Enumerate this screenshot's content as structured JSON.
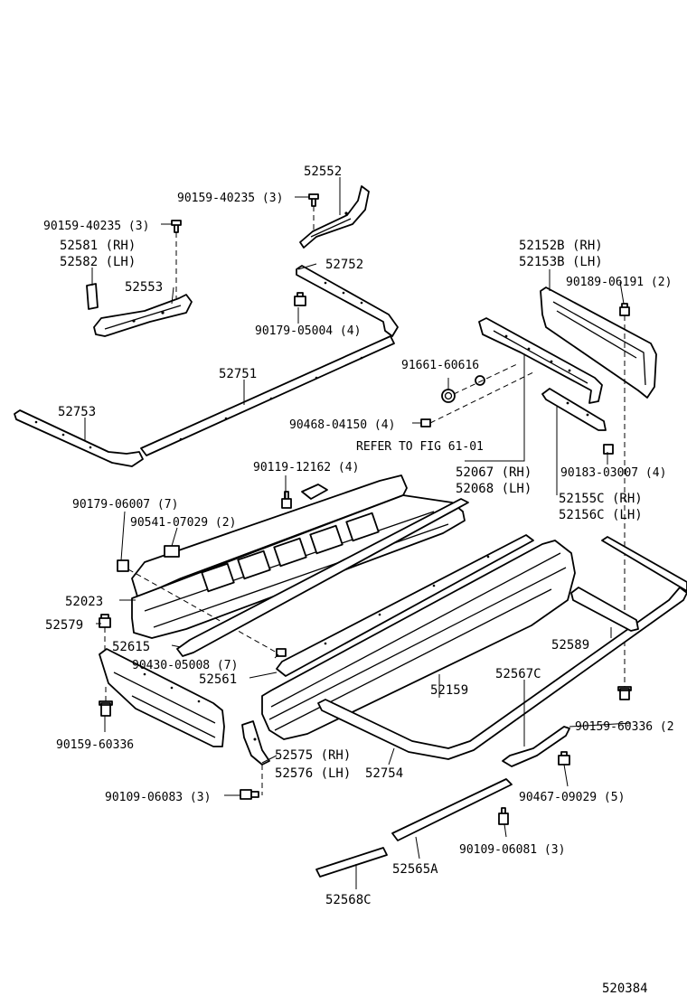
{
  "diagram_number": "520384",
  "labels": {
    "p52552": "52552",
    "p90159_40235_top": "90159-40235 (3)",
    "p90159_40235_left": "90159-40235 (3)",
    "p52581": "52581 (RH)",
    "p52582": "52582 (LH)",
    "p52553": "52553",
    "p52752": "52752",
    "p90179_05004": "90179-05004 (4)",
    "p52751": "52751",
    "p52753": "52753",
    "p52152B": "52152B (RH)",
    "p52153B": "52153B (LH)",
    "p90189_06191": "90189-06191 (2)",
    "p91661_60616": "91661-60616",
    "p90468_04150": "90468-04150 (4)",
    "refer": "REFER TO FIG 61-01",
    "p52067": "52067 (RH)",
    "p52068": "52068 (LH)",
    "p90183_03007": "90183-03007 (4)",
    "p52155C": "52155C (RH)",
    "p52156C": "52156C (LH)",
    "p90119_12162": "90119-12162 (4)",
    "p90179_06007": "90179-06007 (7)",
    "p90541_07029": "90541-07029 (2)",
    "p52023": "52023",
    "p52579": "52579",
    "p52615": "52615",
    "p90430_05008": "90430-05008 (7)",
    "p52561": "52561",
    "p52159": "52159",
    "p52567C": "52567C",
    "p52589": "52589",
    "p90159_60336_left": "90159-60336",
    "p90159_60336_right": "90159-60336 (2",
    "p52575": "52575 (RH)",
    "p52576": "52576 (LH)",
    "p52754": "52754",
    "p90109_06083": "90109-06083 (3)",
    "p90467_09029": "90467-09029 (5)",
    "p90109_06081": "90109-06081 (3)",
    "p52565A": "52565A",
    "p52568C": "52568C"
  }
}
